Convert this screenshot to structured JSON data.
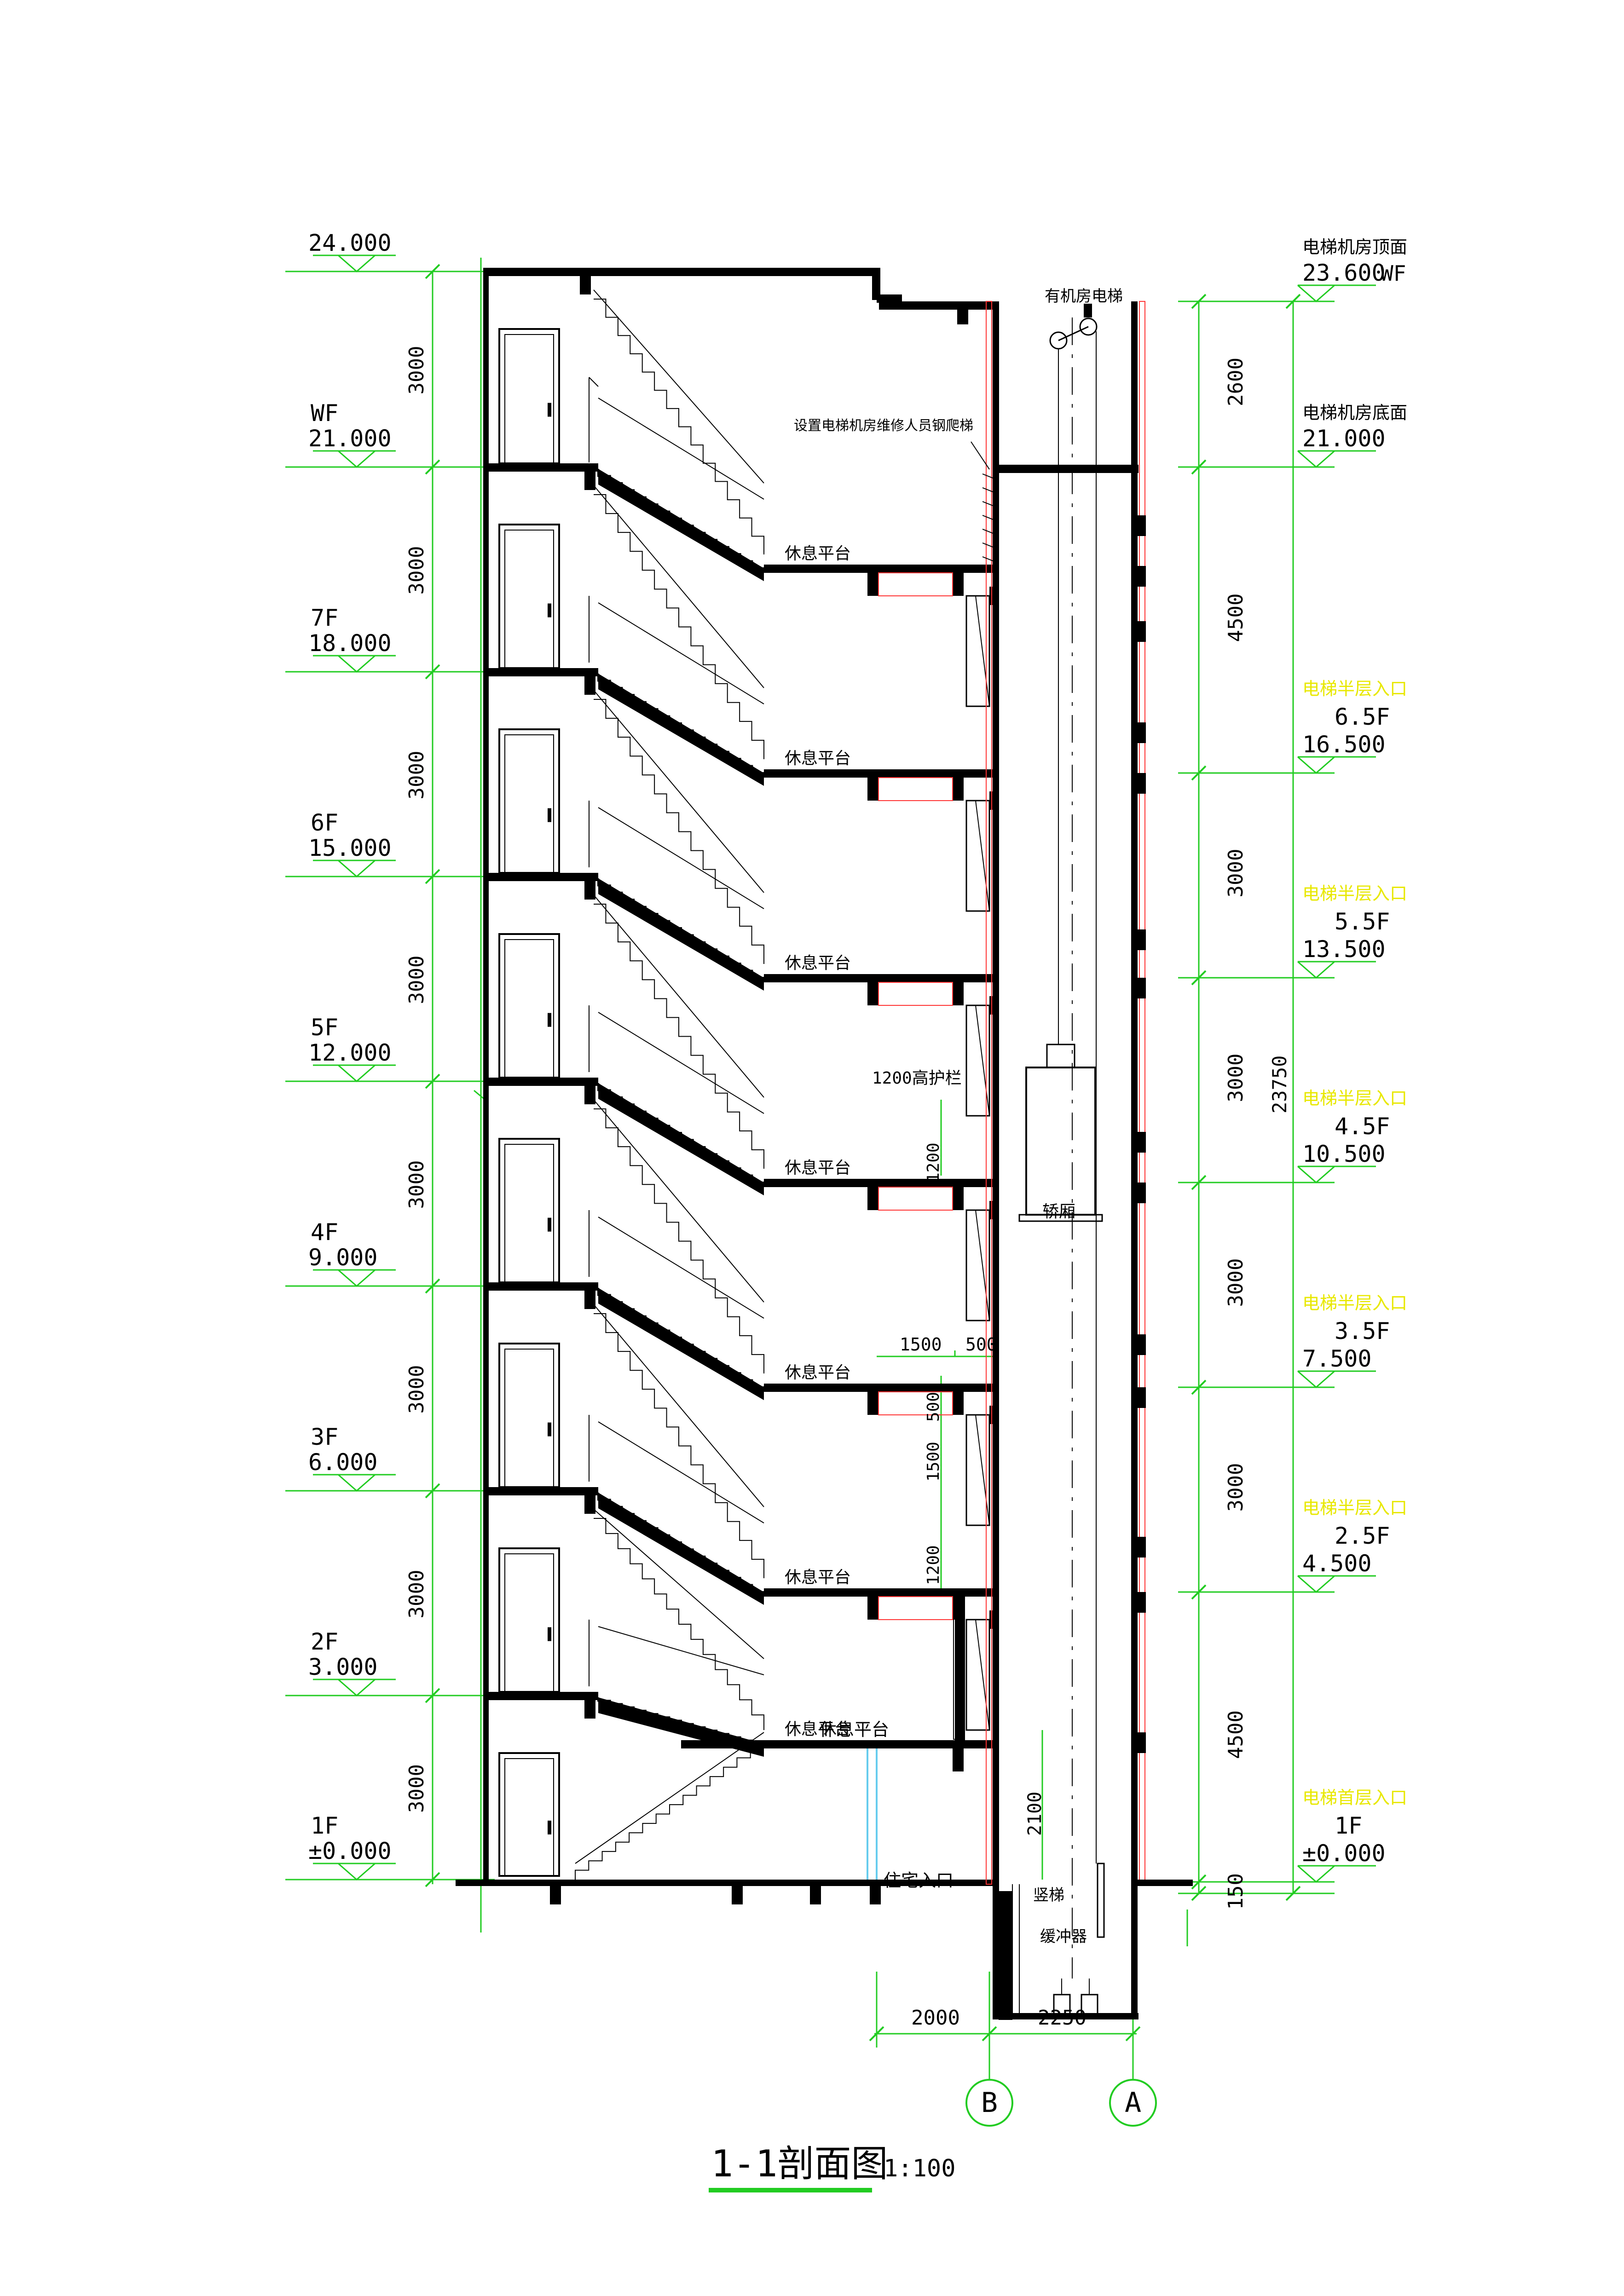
{
  "title": {
    "main": "1-1剖面图",
    "scale": "1:100"
  },
  "colors": {
    "green": "#22cc22",
    "yellow": "#e8e800",
    "red": "#ff3333",
    "cyan": "#66ccee",
    "black": "#000000"
  },
  "left_levels": [
    {
      "name": "",
      "value": "24.000"
    },
    {
      "name": "WF",
      "value": "21.000"
    },
    {
      "name": "7F",
      "value": "18.000"
    },
    {
      "name": "6F",
      "value": "15.000"
    },
    {
      "name": "5F",
      "value": "12.000"
    },
    {
      "name": "4F",
      "value": "9.000"
    },
    {
      "name": "3F",
      "value": "6.000"
    },
    {
      "name": "2F",
      "value": "3.000"
    },
    {
      "name": "1F",
      "value": "±0.000"
    }
  ],
  "left_dims": [
    "3000",
    "3000",
    "3000",
    "3000",
    "3000",
    "3000",
    "3000",
    "3000"
  ],
  "right_levels": [
    {
      "name": "电梯机房顶面",
      "value": "23.600",
      "extra": "WF",
      "yellow": false
    },
    {
      "name": "电梯机房底面",
      "value": "21.000",
      "extra": "",
      "yellow": false
    },
    {
      "name": "电梯半层入口",
      "sub": "6.5F",
      "value": "16.500",
      "yellow": true
    },
    {
      "name": "电梯半层入口",
      "sub": "5.5F",
      "value": "13.500",
      "yellow": true
    },
    {
      "name": "电梯半层入口",
      "sub": "4.5F",
      "value": "10.500",
      "yellow": true
    },
    {
      "name": "电梯半层入口",
      "sub": "3.5F",
      "value": "7.500",
      "yellow": true
    },
    {
      "name": "电梯半层入口",
      "sub": "2.5F",
      "value": "4.500",
      "yellow": true
    },
    {
      "name": "电梯首层入口",
      "sub": "1F",
      "value": "±0.000",
      "yellow": true
    }
  ],
  "right_dims": [
    "2600",
    "4500",
    "3000",
    "3000",
    "3000",
    "3000",
    "4500",
    "150"
  ],
  "total_height": "23750",
  "labels": {
    "elevator_top": "有机房电梯",
    "ladder_note": "设置电梯机房维修人员钢爬梯",
    "landing": "休息平台",
    "railing": "1200高护栏",
    "car": "轿厢",
    "entrance": "住宅入口",
    "pit_ladder": "竖梯",
    "buffer": "缓冲器"
  },
  "window_dims": {
    "w1": "1500",
    "w2": "500",
    "h1": "500",
    "h2": "1500",
    "h3": "1200",
    "h4": "1200",
    "pit": "2100"
  },
  "bottom_dims": [
    "2000",
    "2250"
  ],
  "axes": [
    "B",
    "A"
  ]
}
